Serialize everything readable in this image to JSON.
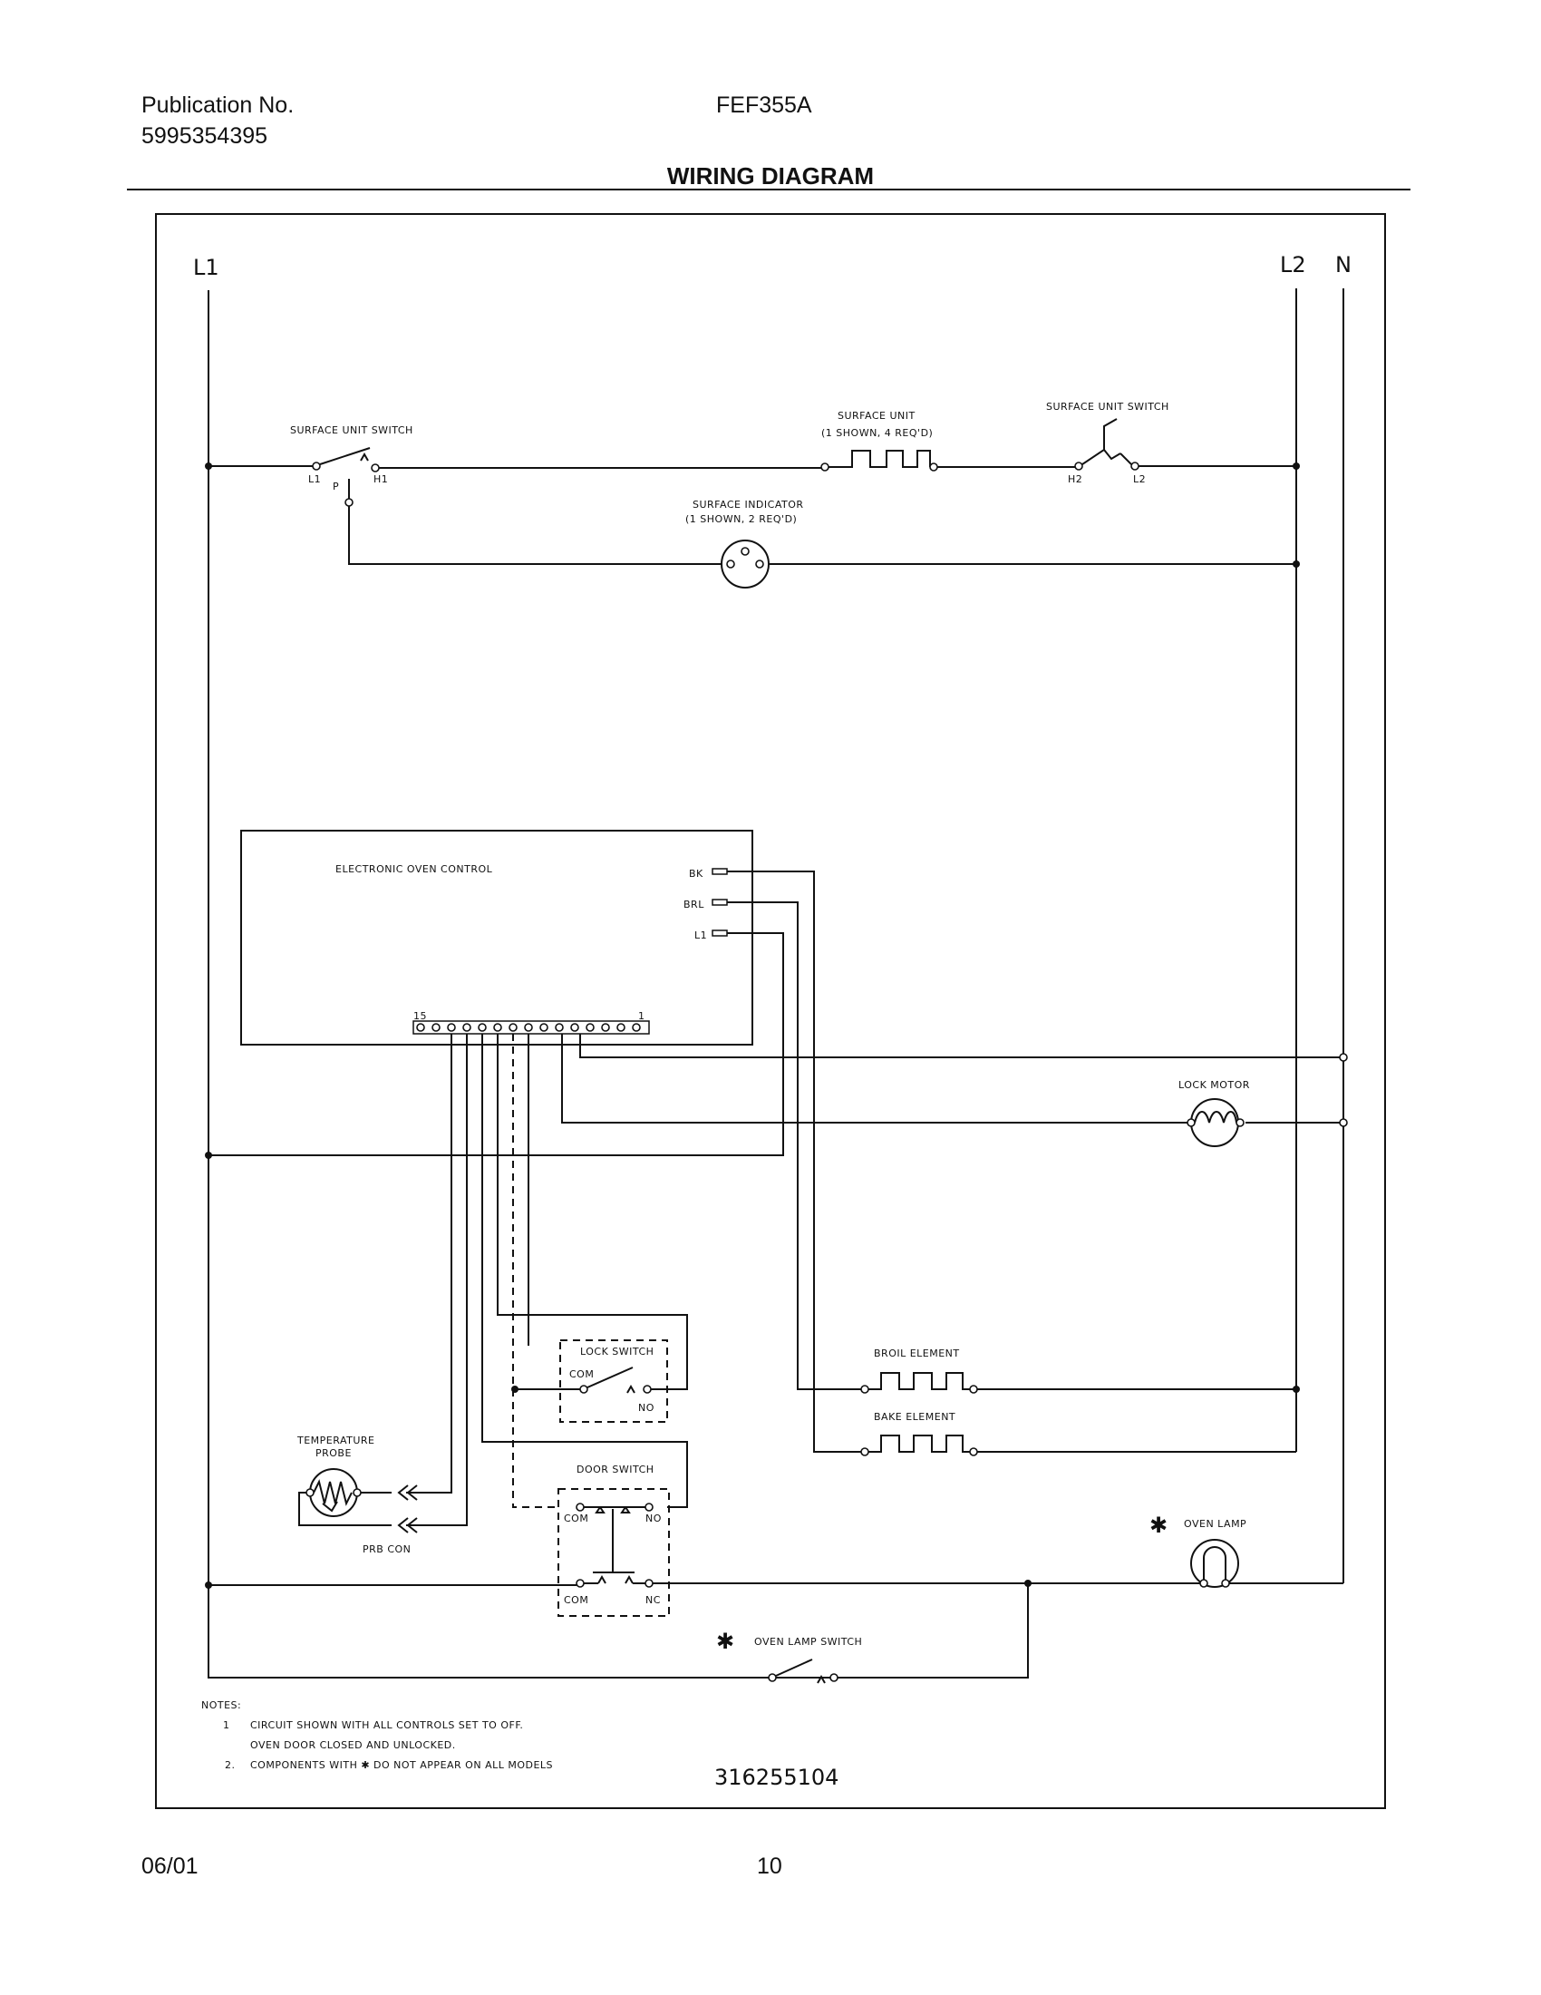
{
  "header": {
    "publication_label": "Publication No.",
    "publication_number": "5995354395",
    "model": "FEF355A",
    "title": "WIRING DIAGRAM"
  },
  "footer": {
    "date": "06/01",
    "page": "10"
  },
  "diagram": {
    "line_l1": "L1",
    "line_l2": "L2",
    "line_n": "N",
    "surface_unit_switch_left": "SURFACE UNIT SWITCH",
    "switch_l1": "L1",
    "switch_p": "P",
    "switch_h1": "H1",
    "surface_unit": "SURFACE UNIT",
    "surface_unit_qty": "(1 SHOWN, 4 REQ'D)",
    "surface_unit_switch_right": "SURFACE UNIT SWITCH",
    "switch_h2": "H2",
    "switch_l2": "L2",
    "surface_indicator": "SURFACE INDICATOR",
    "surface_indicator_qty": "(1 SHOWN, 2 REQ'D)",
    "electronic_oven_control": "ELECTRONIC OVEN CONTROL",
    "term_bk": "BK",
    "term_brl": "BRL",
    "term_l1": "L1",
    "pin_15": "15",
    "pin_1": "1",
    "lock_motor": "LOCK MOTOR",
    "lock_switch": "LOCK SWITCH",
    "lock_com": "COM",
    "lock_no": "NO",
    "broil_element": "BROIL ELEMENT",
    "bake_element": "BAKE ELEMENT",
    "temperature_probe": "TEMPERATURE",
    "temperature_probe_2": "PROBE",
    "prb_con": "PRB CON",
    "door_switch": "DOOR SWITCH",
    "door_com_top": "COM",
    "door_no": "NO",
    "door_com_bottom": "COM",
    "door_nc": "NC",
    "oven_lamp": "OVEN LAMP",
    "oven_lamp_switch": "OVEN LAMP SWITCH",
    "asterisk": "✱",
    "notes_title": "NOTES:",
    "note_1_num": "1",
    "note_1_line_1": "CIRCUIT SHOWN WITH ALL CONTROLS SET TO OFF.",
    "note_1_line_2": "OVEN DOOR CLOSED AND UNLOCKED.",
    "note_2_num": "2.",
    "note_2": "COMPONENTS WITH   ✱  DO NOT APPEAR ON ALL MODELS",
    "part_number": "316255104"
  }
}
